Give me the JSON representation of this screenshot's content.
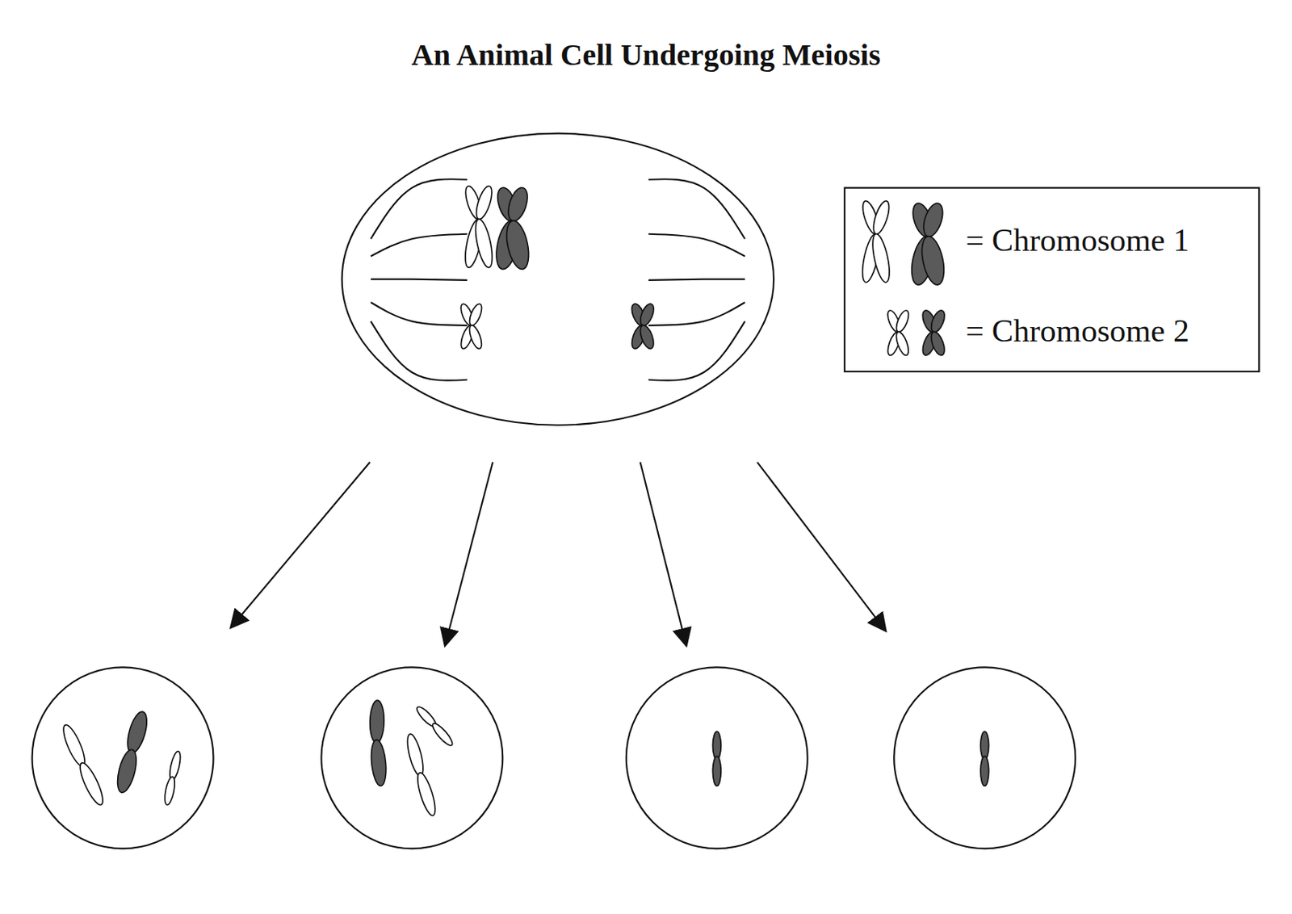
{
  "diagram": {
    "title": "An Animal Cell Undergoing Meiosis",
    "legend": [
      {
        "text": "= Chromosome 1"
      },
      {
        "text": "= Chromosome 2"
      }
    ]
  }
}
